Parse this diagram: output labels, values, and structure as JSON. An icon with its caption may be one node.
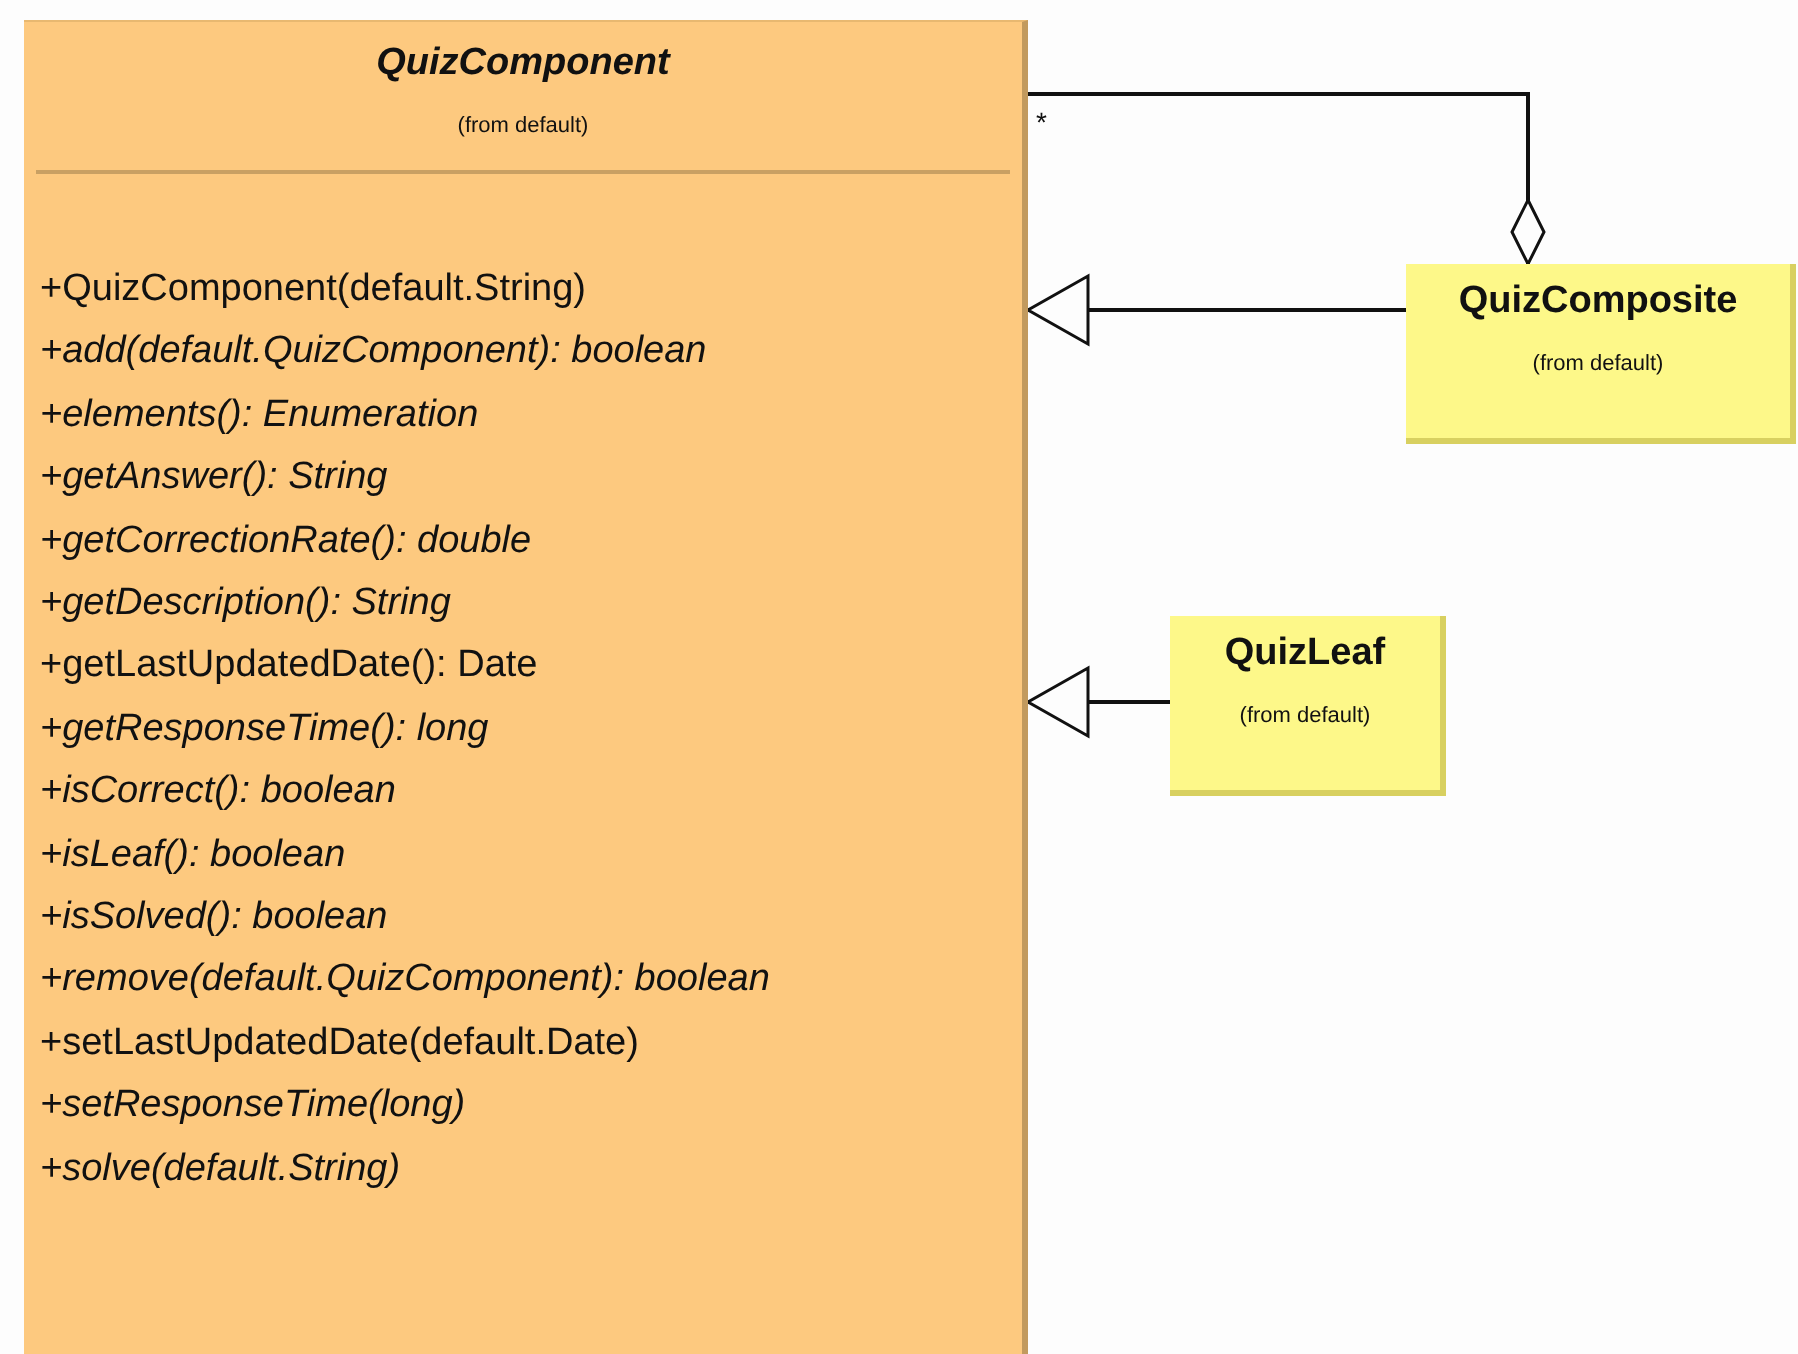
{
  "diagram": {
    "nodes": [
      {
        "text": [
          "QuizComponent",
          "(from default)",
          "+QuizComponent(default.String)",
          "+add(default.QuizComponent): boolean",
          "+elements(): Enumeration",
          "+getAnswer(): String",
          "+getCorrectionRate(): double",
          "+getDescription(): String",
          "+getLastUpdatedDate(): Date",
          "+getResponseTime(): long",
          "+isCorrect(): boolean",
          "+isLeaf(): boolean",
          "+isSolved(): boolean",
          "+remove(default.QuizComponent): boolean",
          "+setLastUpdatedDate(default.Date)",
          "+setResponseTime(long)",
          "+solve(default.String)"
        ]
      },
      {
        "text": [
          "QuizComposite",
          "(from default)"
        ]
      },
      {
        "text": [
          "QuizLeaf",
          "(from default)"
        ]
      }
    ],
    "edges": [
      {
        "from": 1,
        "to": 0,
        "arrow": "other",
        "label": "*"
      },
      {
        "from": 1,
        "to": 0,
        "arrow": "to"
      },
      {
        "from": 2,
        "to": 0,
        "arrow": "to"
      }
    ]
  }
}
